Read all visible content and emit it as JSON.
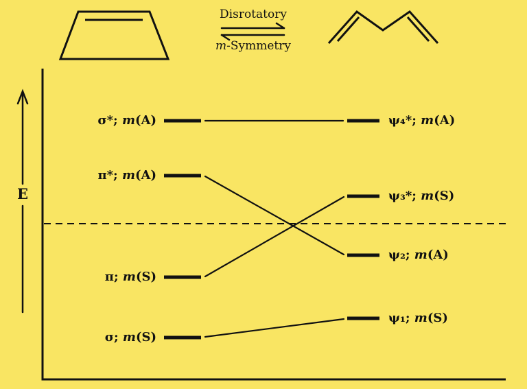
{
  "colors": {
    "background": "#F9E563",
    "ink": "#111111"
  },
  "header": {
    "top_arrow_label": "Disrotatory",
    "bottom_label_italic": "m",
    "bottom_label_rest": "-Symmetry"
  },
  "energy_axis": {
    "label": "E"
  },
  "levels": {
    "left": [
      {
        "orbital": "σ*;",
        "mirror": "m",
        "parity": "(A)"
      },
      {
        "orbital": "π*;",
        "mirror": "m",
        "parity": "(A)"
      },
      {
        "orbital": "π;",
        "mirror": "m",
        "parity": "(S)"
      },
      {
        "orbital": "σ;",
        "mirror": "m",
        "parity": "(S)"
      }
    ],
    "right": [
      {
        "orbital": "ψ₄*;",
        "mirror": "m",
        "parity": "(A)"
      },
      {
        "orbital": "ψ₃*;",
        "mirror": "m",
        "parity": "(S)"
      },
      {
        "orbital": "ψ₂;",
        "mirror": "m",
        "parity": "(A)"
      },
      {
        "orbital": "ψ₁;",
        "mirror": "m",
        "parity": "(S)"
      }
    ]
  },
  "correlations": [
    {
      "from": "σ*",
      "to": "ψ₄*"
    },
    {
      "from": "π*",
      "to": "ψ₂"
    },
    {
      "from": "π",
      "to": "ψ₃*"
    },
    {
      "from": "σ",
      "to": "ψ₁"
    }
  ]
}
